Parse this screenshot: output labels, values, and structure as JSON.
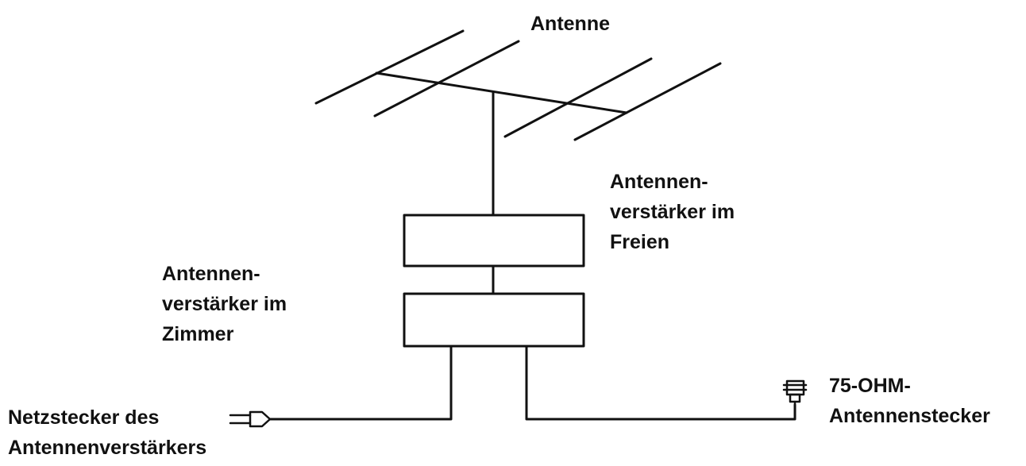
{
  "labels": {
    "antenna": "Antenne",
    "outdoor_amplifier": [
      "Antennen-",
      "verstärker im",
      "Freien"
    ],
    "indoor_amplifier": [
      "Antennen-",
      "verstärker im",
      "Zimmer"
    ],
    "power_plug": [
      "Netzstecker des",
      "Antennenverstärkers"
    ],
    "connector": [
      "75-OHM-",
      "Antennenstecker"
    ]
  },
  "colors": {
    "line": "#111111",
    "text": "#111111",
    "background": "#ffffff"
  },
  "icons": {
    "power_plug": "power-plug-icon",
    "coax_connector": "coax-connector-icon"
  }
}
